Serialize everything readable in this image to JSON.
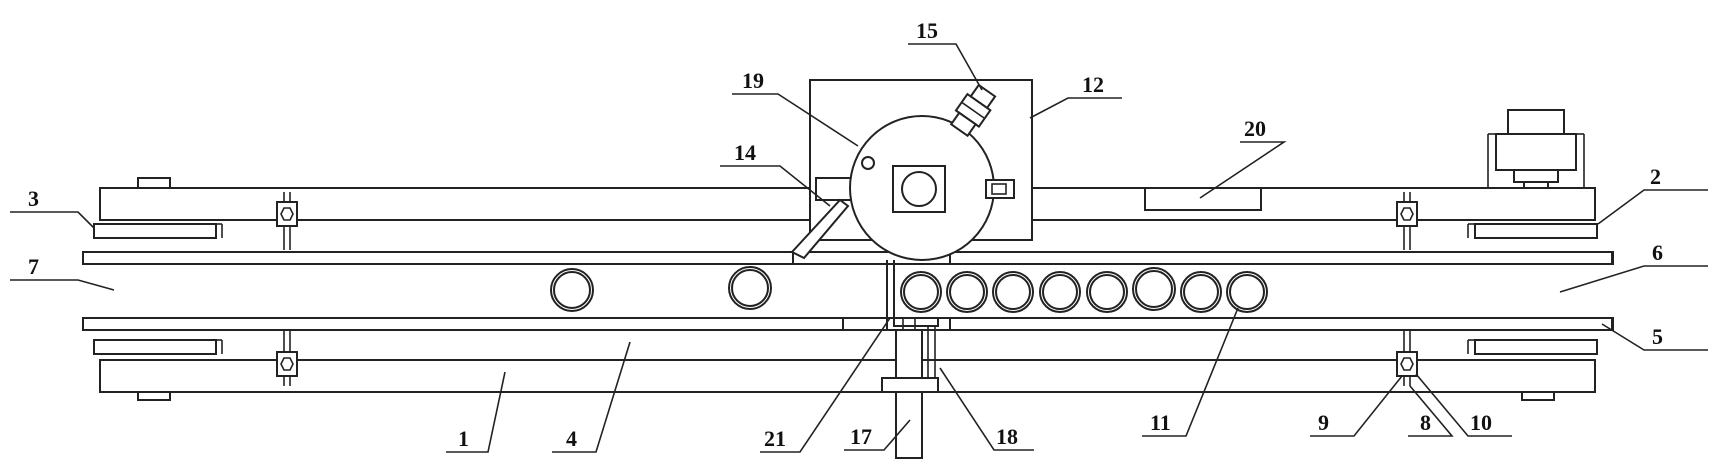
{
  "labels": {
    "l1": "1",
    "l2": "2",
    "l3": "3",
    "l4": "4",
    "l5": "5",
    "l6": "6",
    "l7": "7",
    "l8": "8",
    "l9": "9",
    "l10": "10",
    "l11": "11",
    "l12": "12",
    "l14": "14",
    "l15": "15",
    "l17": "17",
    "l18": "18",
    "l19": "19",
    "l20": "20",
    "l21": "21"
  }
}
